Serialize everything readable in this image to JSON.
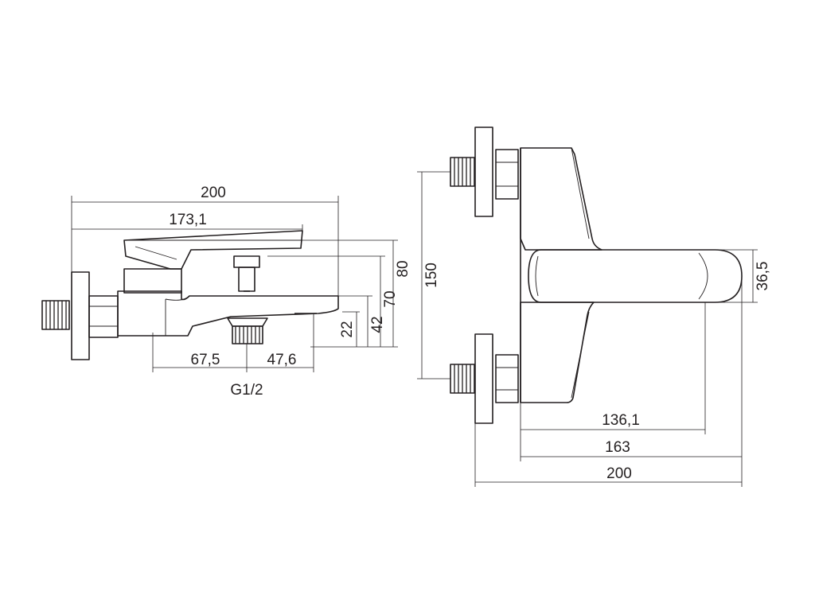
{
  "side_view": {
    "dim_overall_length": "200",
    "dim_lever_length": "173,1",
    "dim_height_80": "80",
    "dim_height_70": "70",
    "dim_height_42": "42",
    "dim_height_22": "22",
    "dim_to_outlet": "67,5",
    "dim_outlet_to_spout": "47,6",
    "thread_label": "G1/2"
  },
  "top_view": {
    "dim_centers": "150",
    "dim_spout_width": "36,5",
    "dim_spout_reach": "136,1",
    "dim_body_length": "163",
    "dim_overall_length": "200"
  }
}
